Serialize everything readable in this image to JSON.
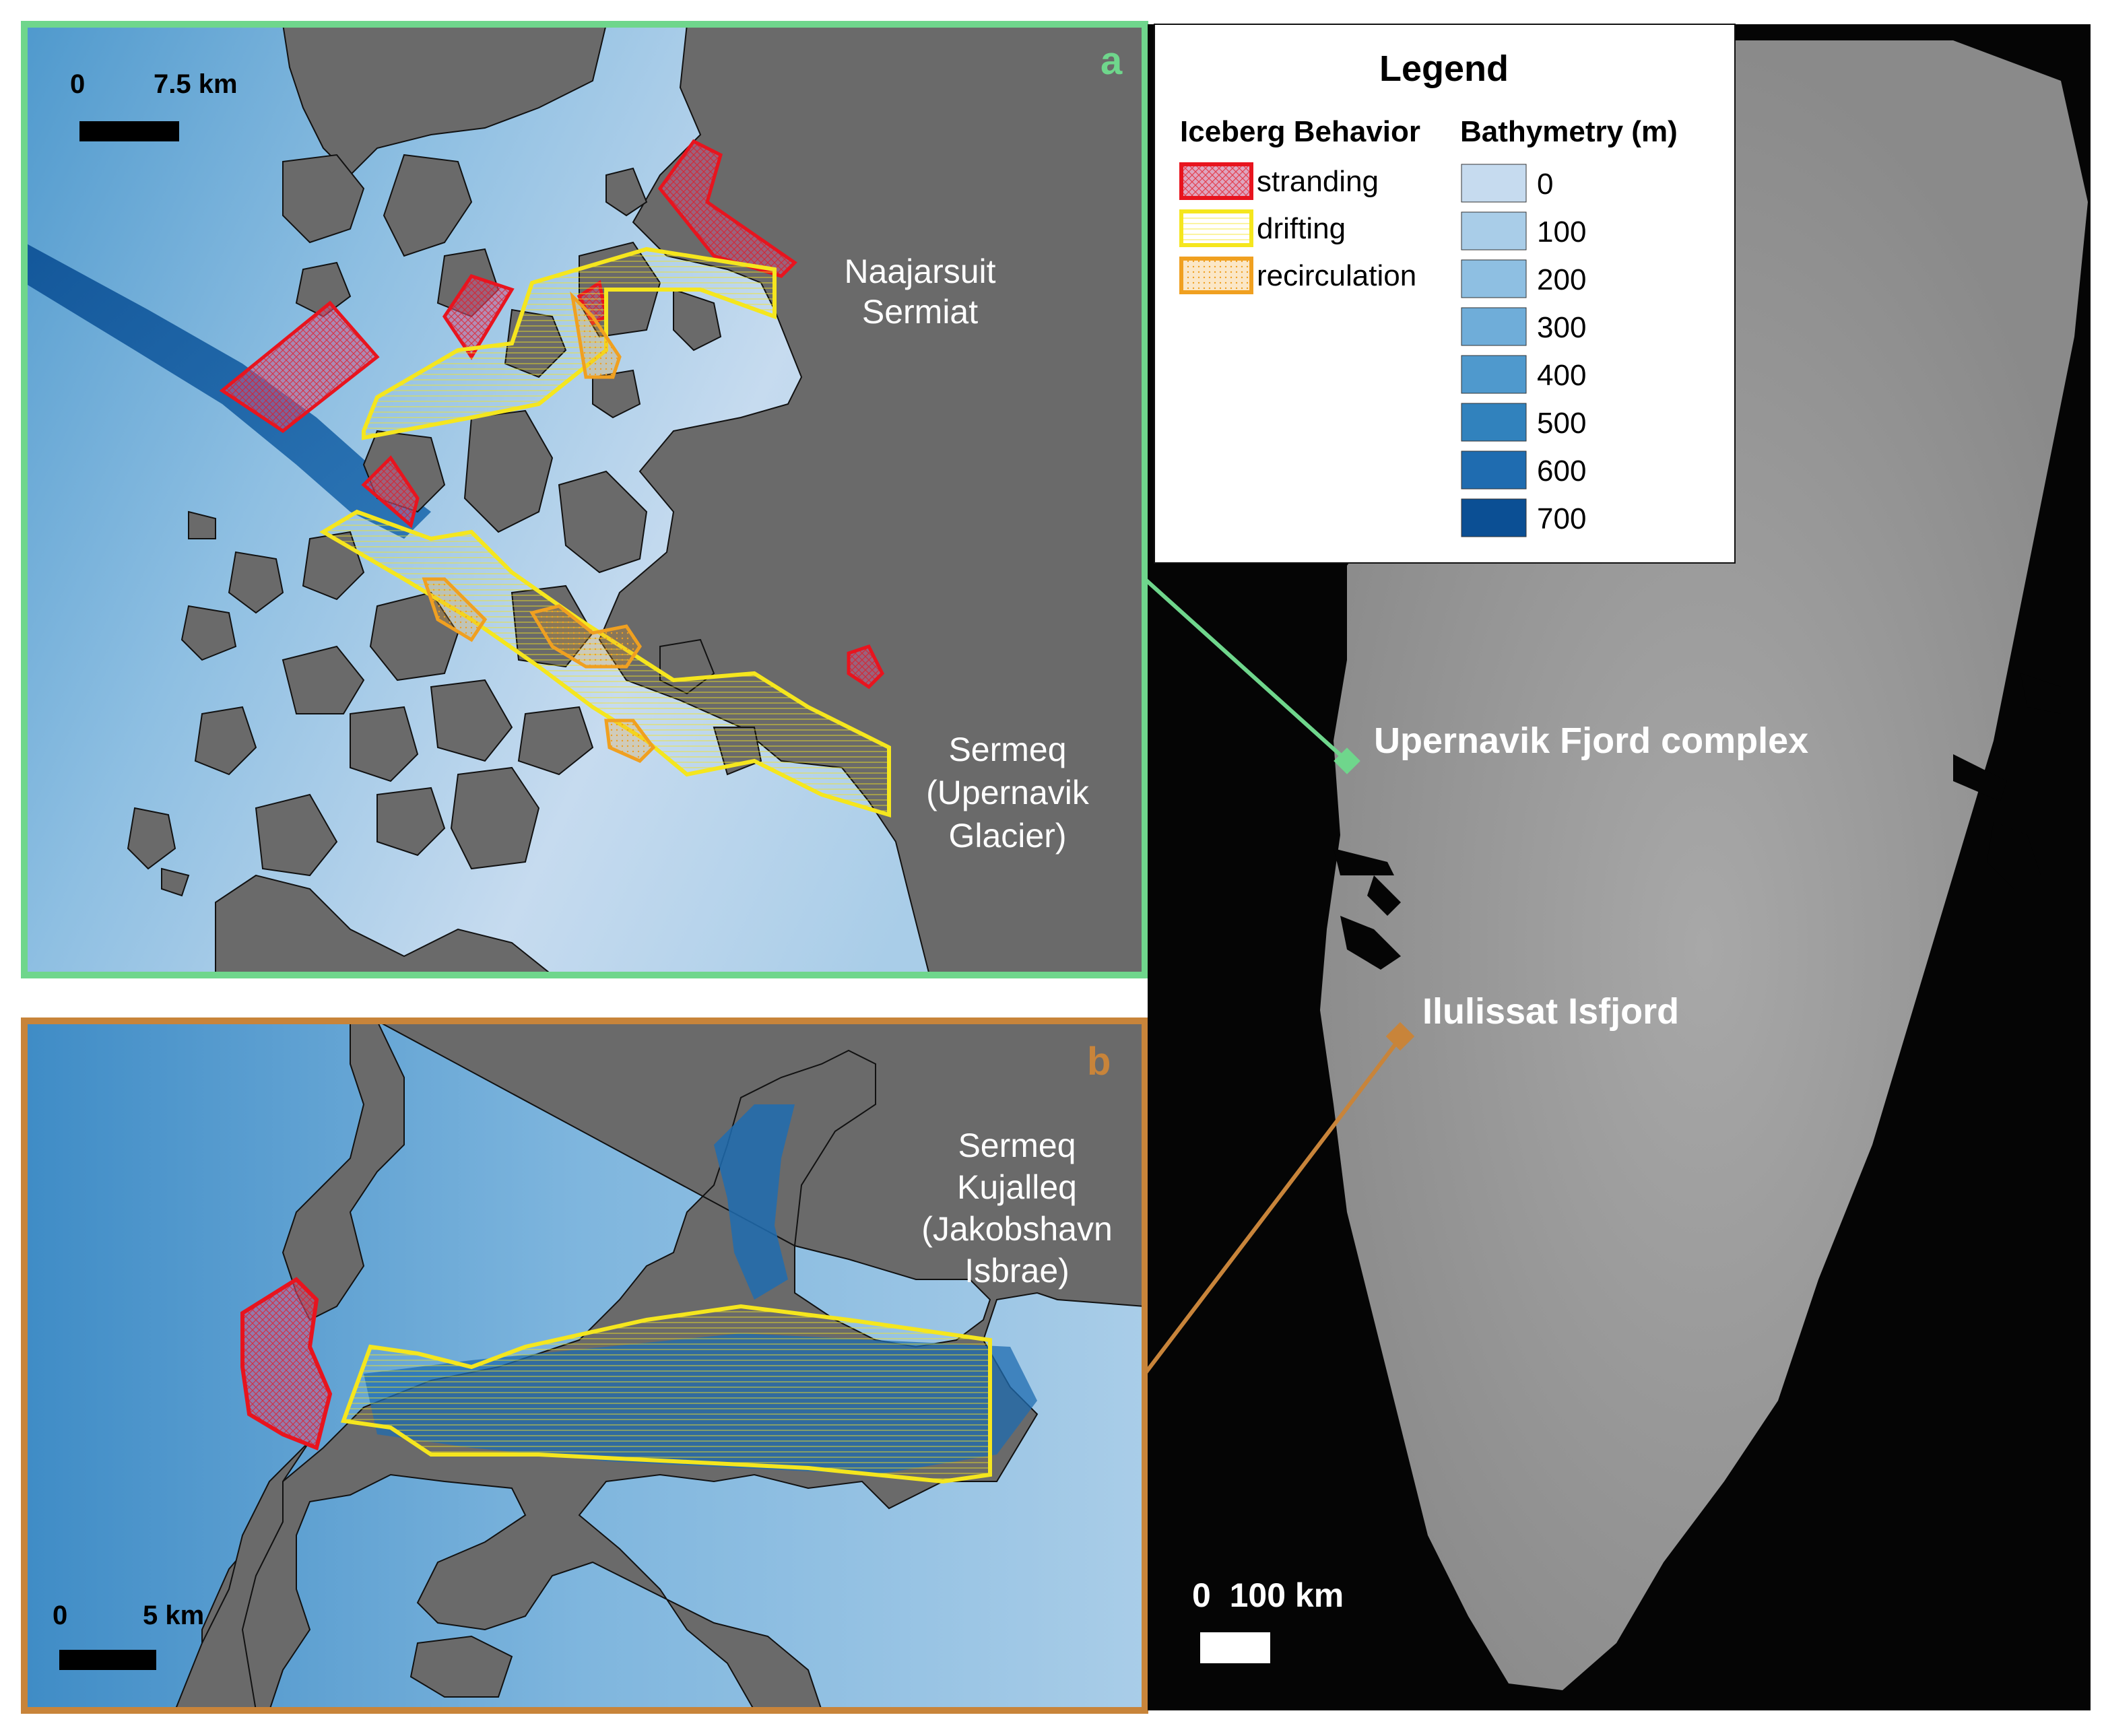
{
  "panel_a": {
    "letter": "a",
    "scale_zero": "0",
    "scale_label": "7.5 km",
    "glacier1_line1": "Naajarsuit",
    "glacier1_line2": "Sermiat",
    "glacier2_line1": "Sermeq",
    "glacier2_line2": "(Upernavik",
    "glacier2_line3": "Glacier)",
    "frame_color": "#6fd68c"
  },
  "panel_b": {
    "letter": "b",
    "scale_zero": "0",
    "scale_label": "5 km",
    "glacier_line1": "Sermeq",
    "glacier_line2": "Kujalleq",
    "glacier_line3": "(Jakobshavn",
    "glacier_line4": "Isbrae)",
    "frame_color": "#c8843a"
  },
  "legend": {
    "title": "Legend",
    "behavior_header": "Iceberg Behavior",
    "bathy_header": "Bathymetry (m)",
    "behaviors": [
      {
        "label": "stranding",
        "color": "#e8141e"
      },
      {
        "label": "drifting",
        "color": "#f5e61e"
      },
      {
        "label": "recirculation",
        "color": "#f0a020"
      }
    ],
    "bathymetry": [
      {
        "label": "0",
        "color": "#c6dbef"
      },
      {
        "label": "100",
        "color": "#a9cde8"
      },
      {
        "label": "200",
        "color": "#8ebfe2"
      },
      {
        "label": "300",
        "color": "#6fadd9"
      },
      {
        "label": "400",
        "color": "#4f99cd"
      },
      {
        "label": "500",
        "color": "#3182bd"
      },
      {
        "label": "600",
        "color": "#1f6cb0"
      },
      {
        "label": "700",
        "color": "#0b4f94"
      }
    ]
  },
  "overview": {
    "site1": "Upernavik Fjord complex",
    "site2": "Ilulissat Isfjord",
    "scale_label": "0  100 km"
  },
  "colors": {
    "land": "#6a6a6a",
    "shallow": "#c6dbef",
    "deep": "#0b4f94",
    "greenland": "#9a9a9a",
    "ocean_dark": "#050505"
  }
}
